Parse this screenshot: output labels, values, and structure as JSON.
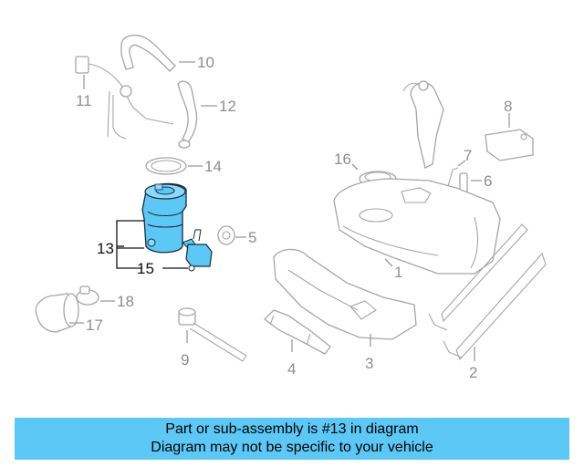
{
  "diagram": {
    "highlight_color": "#5bc8f5",
    "labels": [
      "1",
      "2",
      "3",
      "4",
      "5",
      "6",
      "7",
      "8",
      "9",
      "10",
      "11",
      "12",
      "13",
      "14",
      "15",
      "16",
      "17",
      "18"
    ]
  },
  "banner": {
    "line1": "Part or sub-assembly is #13 in diagram",
    "line2": "Diagram may not be specific to your vehicle"
  }
}
